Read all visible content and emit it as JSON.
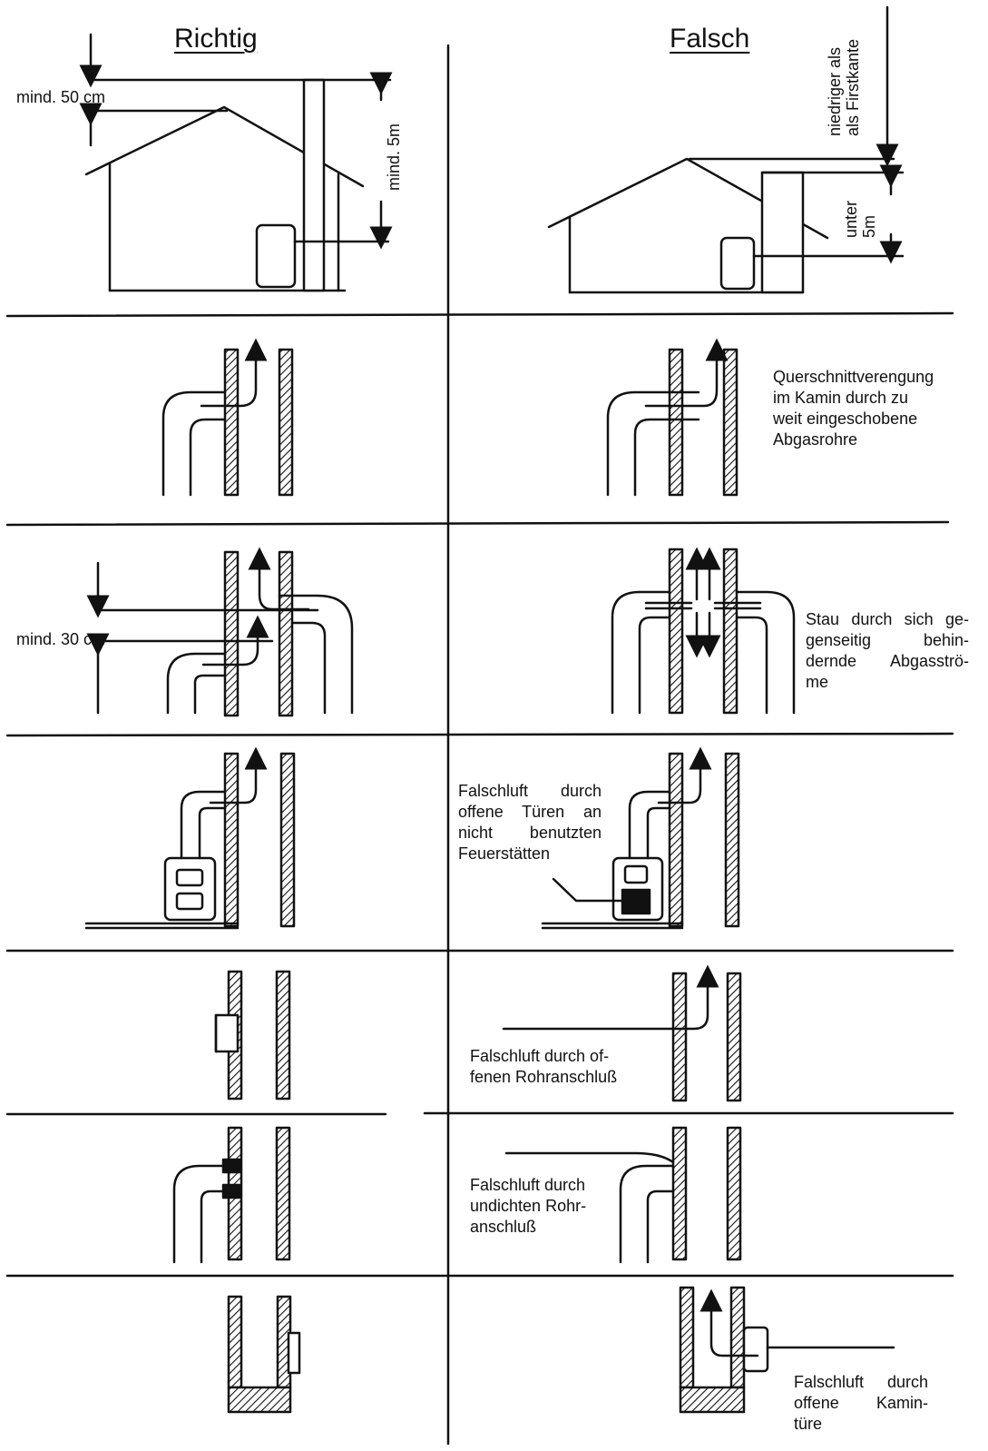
{
  "headers": {
    "correct": "Richtig",
    "wrong": "Falsch"
  },
  "labels": {
    "min_50cm": "mind. 50 cm",
    "min_5m": "mind. 5m",
    "lower_than_ridge": "niedriger als\nals Firstkante",
    "under_5m": "unter\n5m",
    "cross_section": "Querschnittverengung\nim Kamin durch zu\nweit eingeschobene\nAbgasrohre",
    "min_30cm": "mind. 30 cm",
    "jam": "Stau durch sich ge-\ngenseitig behin-\ndernde Abgasströ-\nme",
    "open_doors": "Falschluft durch\noffene Türen an\nnicht benutzten\nFeuerstätten",
    "open_pipe": "Falschluft durch of-\nfenen Rohranschluß",
    "leaky_pipe": "Falschluft durch\nundichten Rohr-\nanschluß",
    "open_door_chimney": "Falschluft durch\noffene Kamin-\ntüre"
  }
}
